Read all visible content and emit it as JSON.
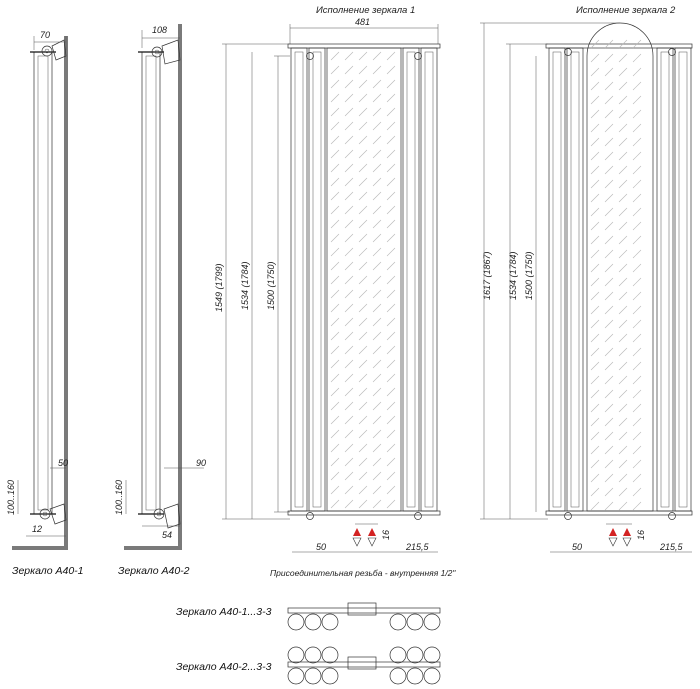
{
  "side_views": [
    {
      "name": "Зеркало А40-1",
      "top_dim": "70",
      "side_dim": "100..160",
      "bracket_dim": "50",
      "bottom_dim": "12"
    },
    {
      "name": "Зеркало А40-2",
      "top_dim": "108",
      "side_dim": "100..160",
      "bracket_dim": "90",
      "bottom_dim": "54"
    }
  ],
  "front_views": [
    {
      "title": "Исполнение зеркала 1",
      "width_dim": "481",
      "dim_total": "1549 (1799)",
      "dim_mid": "1534 (1784)",
      "dim_inner": "1500 (1750)",
      "dim_offset": "16",
      "dim_left": "50",
      "dim_right": "215,5"
    },
    {
      "title": "Исполнение зеркала 2",
      "dim_total": "1617 (1867)",
      "dim_mid": "1534 (1784)",
      "dim_inner": "1500 (1750)",
      "dim_offset": "16",
      "dim_left": "50",
      "dim_right": "215,5"
    }
  ],
  "connection_note": "Присоединительная резьба - внутренняя 1/2\"",
  "sections": [
    {
      "label": "Зеркало А40-1...3-3"
    },
    {
      "label": "Зеркало А40-2...3-3"
    }
  ]
}
